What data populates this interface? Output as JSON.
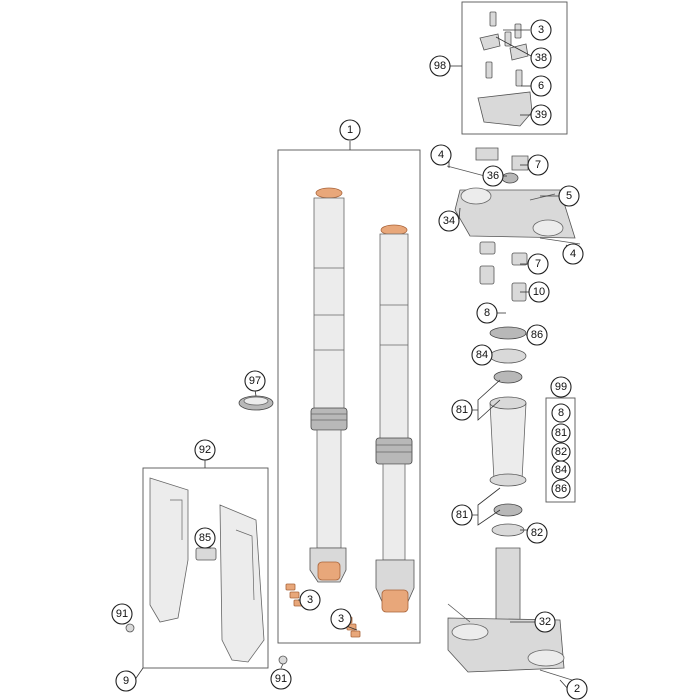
{
  "colors": {
    "line": "#222222",
    "part_fill": "#d9d9d9",
    "accent_orange": "#e8a77a",
    "background": "#ffffff"
  },
  "callouts": {
    "c1": "1",
    "c2": "2",
    "c3a": "3",
    "c3b": "3",
    "c3c": "3",
    "c4a": "4",
    "c4b": "4",
    "c5": "5",
    "c6": "6",
    "c7a": "7",
    "c7b": "7",
    "c8a": "8",
    "c8b": "8",
    "c9": "9",
    "c10": "10",
    "c32": "32",
    "c34": "34",
    "c36": "36",
    "c38": "38",
    "c39": "39",
    "c81a": "81",
    "c81b": "81",
    "c81c": "81",
    "c82a": "82",
    "c82b": "82",
    "c84a": "84",
    "c84b": "84",
    "c85": "85",
    "c86a": "86",
    "c86b": "86",
    "c91a": "91",
    "c91b": "91",
    "c92": "92",
    "c97": "97",
    "c98": "98",
    "c99": "99"
  }
}
